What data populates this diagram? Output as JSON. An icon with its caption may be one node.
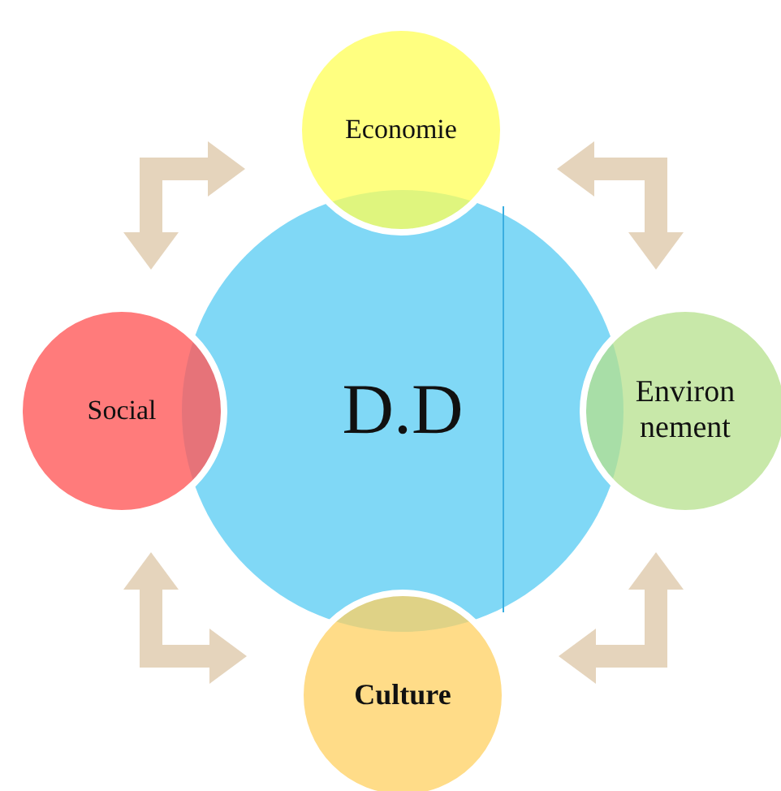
{
  "diagram": {
    "nodes": [
      {
        "text": [
          "Economie"
        ]
      },
      {
        "text": [
          "Social"
        ]
      },
      {
        "text": [
          "D.D"
        ]
      },
      {
        "text": [
          "Environnement"
        ]
      },
      {
        "text": [
          "Culture"
        ]
      }
    ],
    "edges": [
      {
        "from": 1,
        "to": 0,
        "arrow": "both"
      },
      {
        "from": 0,
        "to": 3,
        "arrow": "both"
      },
      {
        "from": 3,
        "to": 4,
        "arrow": "both"
      },
      {
        "from": 4,
        "to": 1,
        "arrow": "both"
      }
    ]
  }
}
